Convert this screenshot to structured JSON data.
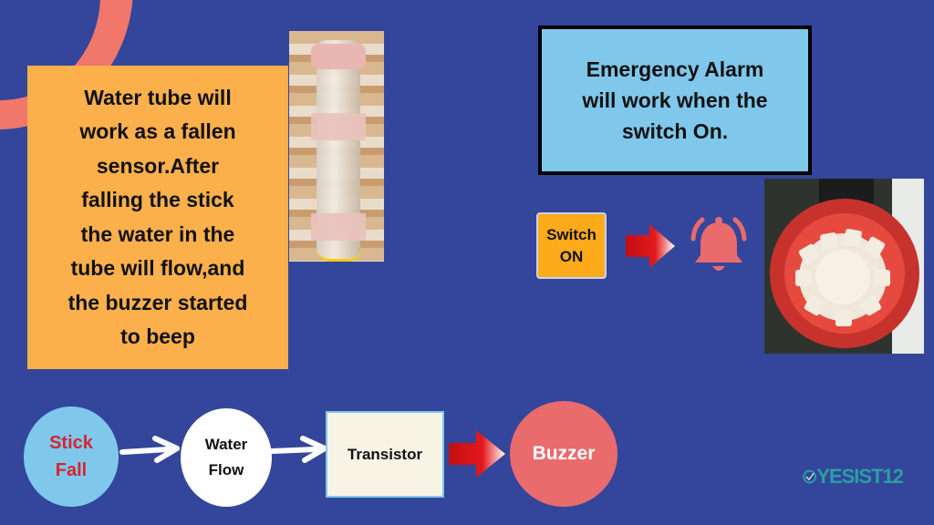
{
  "left_box": {
    "text": "Water tube will\nwork as a fallen\nsensor.After\nfalling the stick\nthe water in the\ntube will flow,and\nthe buzzer started\nto beep"
  },
  "alarm_box": {
    "text": "Emergency Alarm\nwill work when the\nswitch On."
  },
  "switch": {
    "label": "Switch\nON"
  },
  "flow": {
    "nodes": [
      "Stick\nFall",
      "Water\nFlow",
      "Transistor",
      "Buzzer"
    ]
  },
  "logo": {
    "text": "YESIST12"
  },
  "colors": {
    "background": "#33469b",
    "orange": "#fbb04b",
    "light_blue": "#7fc8ec",
    "coral": "#ea6b6c",
    "red_text": "#d8252f",
    "arrow_red": "#e3191c"
  },
  "icons": [
    "bell-icon",
    "red-arrow-icon",
    "white-chevron-arrow-icon"
  ]
}
